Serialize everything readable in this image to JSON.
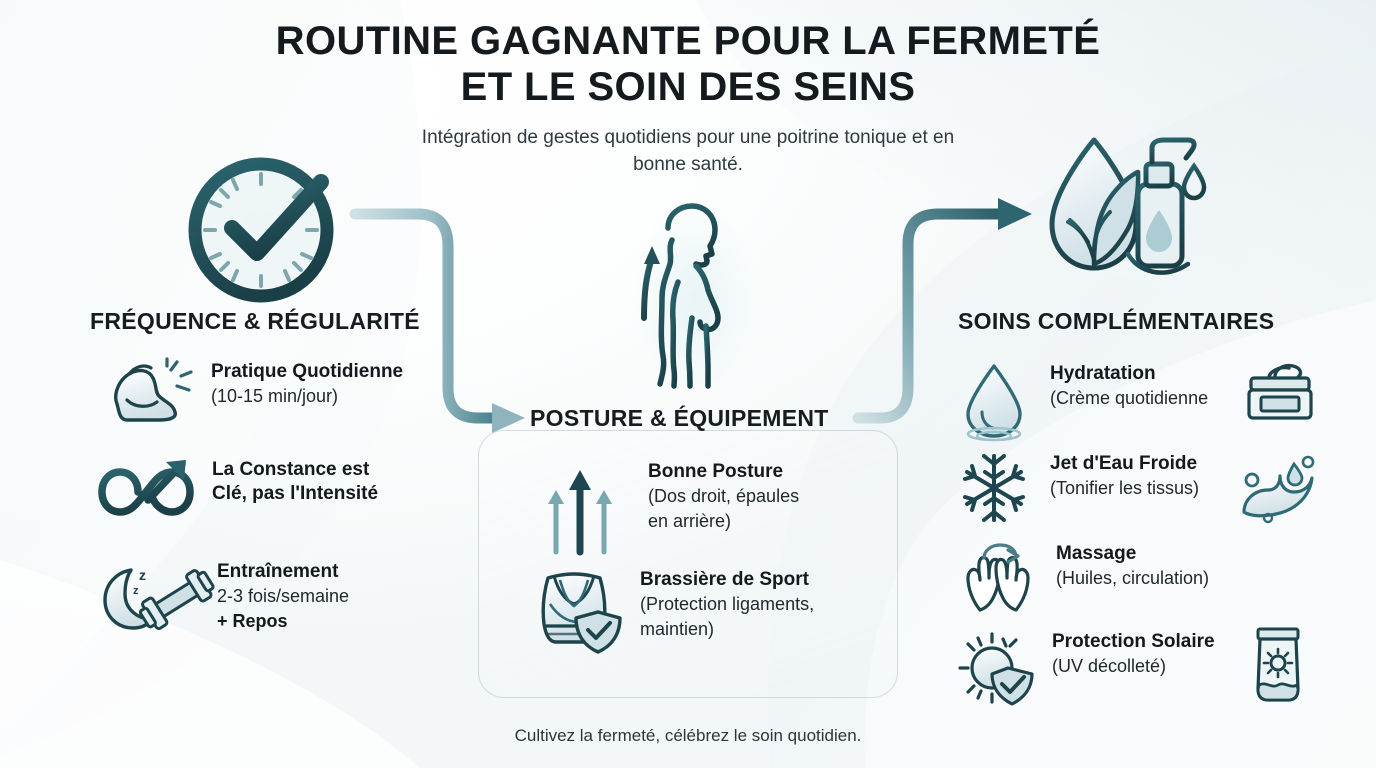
{
  "header": {
    "title": "ROUTINE GAGNANTE POUR LA FERMETÉ ET LE SOIN DES SEINS",
    "subtitle": "Intégration de gestes quotidiens pour une poitrine tonique et en bonne santé."
  },
  "footer": {
    "text": "Cultivez la fermeté, célébrez le soin quotidien."
  },
  "theme": {
    "ink": "#14191d",
    "teal_dark": "#1f4a52",
    "teal": "#2f6f7a",
    "teal_light": "#8fb8bf",
    "panel_border": "#96b2ba",
    "background": "#f4f7f8"
  },
  "columns": [
    {
      "id": "frequence",
      "heading": "FRÉQUENCE & RÉGULARITÉ",
      "hero_icon": "clock-check-icon",
      "items": [
        {
          "icon": "flexed-bicep-icon",
          "title": "Pratique Quotidienne",
          "lines": [
            "(10-15 min/jour)"
          ]
        },
        {
          "icon": "infinity-arrow-icon",
          "title": "La Constance est",
          "lines": [],
          "title2": "Clé, pas l'Intensité"
        },
        {
          "icon": "moon-dumbbell-icon",
          "title": "Entraînement",
          "lines": [
            "2-3 fois/semaine"
          ],
          "bold_line": "+ Repos"
        }
      ]
    },
    {
      "id": "posture",
      "heading": "POSTURE & ÉQUIPEMENT",
      "hero_icon": "posture-figure-icon",
      "items": [
        {
          "icon": "three-up-arrows-icon",
          "title": "Bonne Posture",
          "lines": [
            "(Dos droit, épaules",
            "en arrière)"
          ]
        },
        {
          "icon": "sports-bra-shield-icon",
          "title": "Brassière de Sport",
          "lines": [
            "(Protection ligaments,",
            "maintien)"
          ]
        }
      ]
    },
    {
      "id": "soins",
      "heading": "SOINS COMPLÉMENTAIRES",
      "hero_icon": "leaf-droplet-pump-icon",
      "items": [
        {
          "icon": "water-drop-icon",
          "title": "Hydratation",
          "lines": [
            "(Crème quotidienne"
          ],
          "trailing_icon": "cream-jar-icon"
        },
        {
          "icon": "snowflake-icon",
          "title": "Jet d'Eau Froide",
          "lines": [
            "(Tonifier les tissus)"
          ],
          "trailing_icon": "water-splash-icon"
        },
        {
          "icon": "massage-hands-icon",
          "title": "Massage",
          "lines": [
            "(Huiles, circulation)"
          ]
        },
        {
          "icon": "sun-shield-icon",
          "title": "Protection Solaire",
          "lines": [
            "(UV décolleté)"
          ],
          "trailing_icon": "sunscreen-tube-icon"
        }
      ]
    }
  ],
  "connectors": [
    {
      "id": "freq-to-posture",
      "from": "frequence",
      "to": "posture",
      "icon": "curved-arrow-icon"
    },
    {
      "id": "posture-to-soins",
      "from": "posture",
      "to": "soins",
      "icon": "curved-arrow-icon"
    }
  ]
}
